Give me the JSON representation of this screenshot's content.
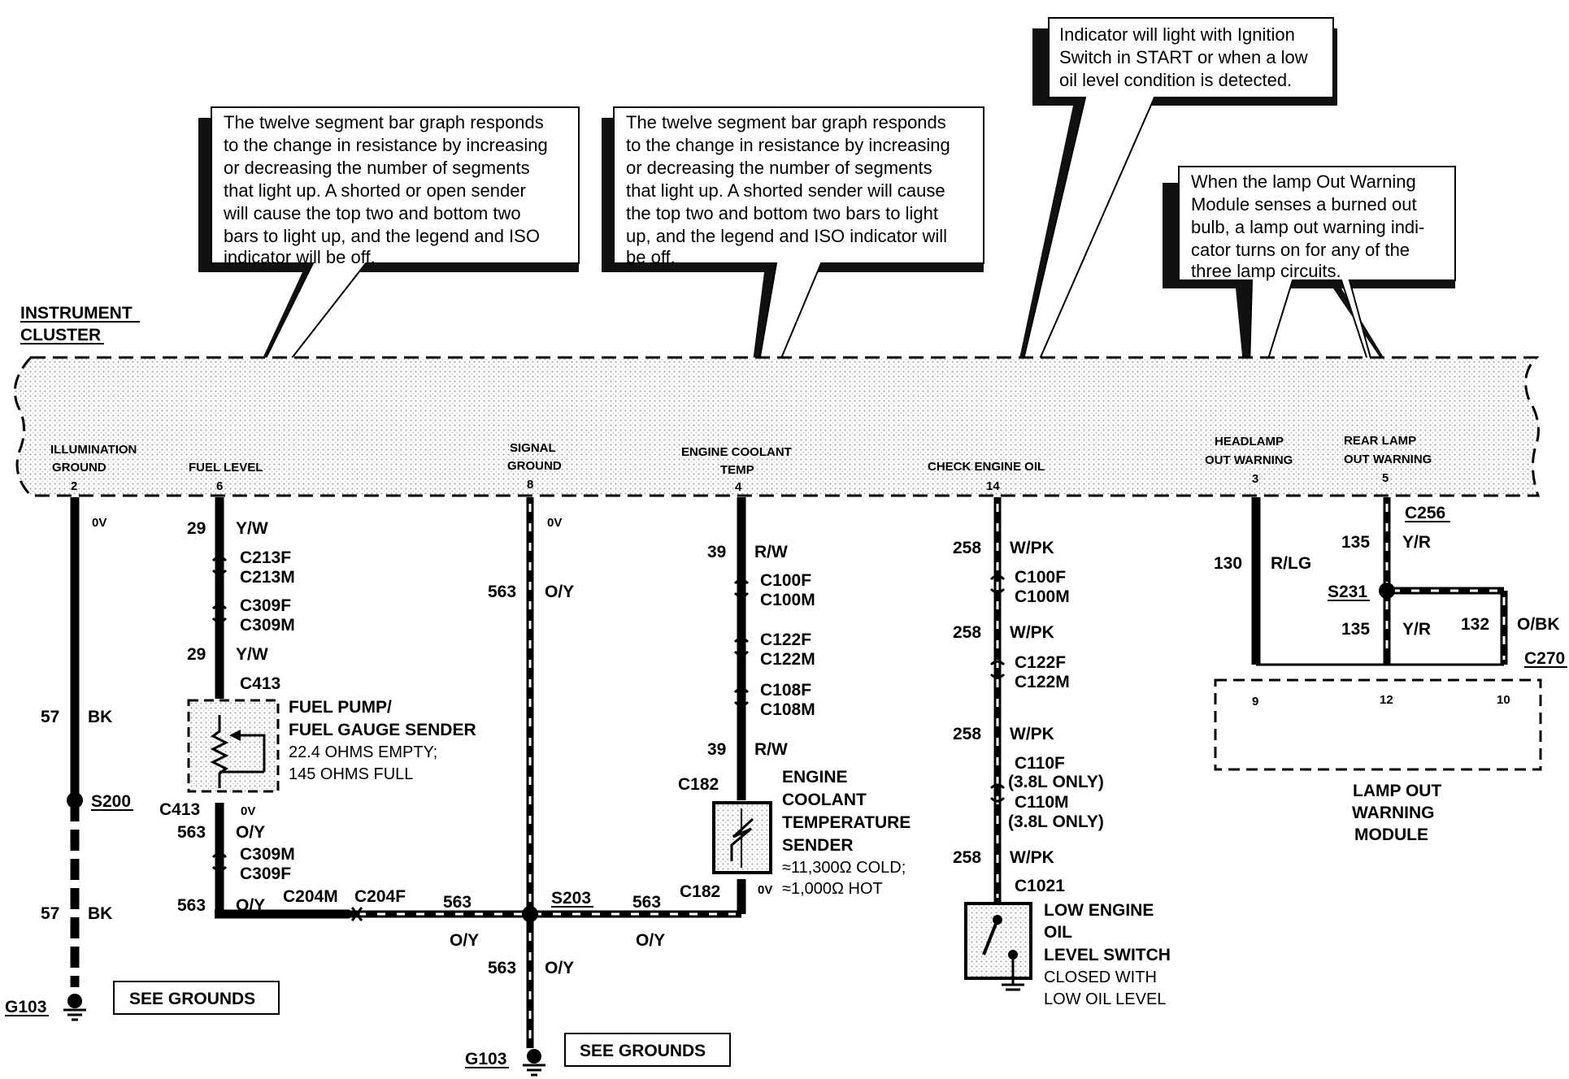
{
  "callouts": {
    "fuel_note": [
      "The twelve segment bar graph responds",
      "to the change in resistance by increasing",
      "or decreasing the number of segments",
      "that light up.  A shorted or open sender",
      "will cause the top two and bottom two",
      "bars to light up, and the legend and ISO",
      "indicator will be off."
    ],
    "coolant_note": [
      "The twelve segment bar graph responds",
      "to the change in resistance by increasing",
      "or decreasing the number of segments",
      "that light up. A shorted sender will cause",
      "the top two and bottom two bars to light",
      "up, and the legend and ISO indicator will",
      "be off."
    ],
    "oil_note": [
      "Indicator will light with Ignition",
      "Switch in START or when a low",
      "oil level condition is detected."
    ],
    "lamp_note": [
      "When the lamp Out Warning",
      "Module senses a burned out",
      "bulb, a lamp out warning indi-",
      "cator turns on for any of the",
      "three lamp circuits."
    ]
  },
  "cluster": {
    "title_line1": "INSTRUMENT",
    "title_line2": "CLUSTER",
    "pins": {
      "illum_l1": "ILLUMINATION",
      "illum_l2": "GROUND",
      "illum_pin": "2",
      "fuel_l1": "FUEL LEVEL",
      "fuel_pin": "6",
      "sig_l1": "SIGNAL",
      "sig_l2": "GROUND",
      "sig_pin": "8",
      "ect_l1": "ENGINE COOLANT",
      "ect_l2": "TEMP",
      "ect_pin": "4",
      "oil_l1": "CHECK ENGINE OIL",
      "oil_pin": "14",
      "head_l1": "HEADLAMP",
      "head_l2": "OUT WARNING",
      "head_pin": "3",
      "rear_l1": "REAR LAMP",
      "rear_l2": "OUT WARNING",
      "rear_pin": "5"
    }
  },
  "illumination": {
    "volt": "0V",
    "circuit": "57",
    "color": "BK",
    "splice": "S200",
    "circuit2": "57",
    "color2": "BK",
    "ground": "G103",
    "see": "SEE GROUNDS"
  },
  "fuel": {
    "c1": "29",
    "col1": "Y/W",
    "conn1a": "C213F",
    "conn1b": "C213M",
    "conn2a": "C309F",
    "conn2b": "C309M",
    "c2": "29",
    "col2": "Y/W",
    "conn3": "C413",
    "sender1": "FUEL PUMP/",
    "sender2": "FUEL GAUGE SENDER",
    "spec1": "22.4 OHMS EMPTY;",
    "spec2": "145 OHMS FULL",
    "conn4": "C413",
    "volt": "0V",
    "c3": "563",
    "col3": "O/Y",
    "conn5a": "C309M",
    "conn5b": "C309F",
    "c4": "563",
    "col4": "O/Y",
    "conn6a": "C204M",
    "conn6b": "C204F"
  },
  "signal": {
    "volt": "0V",
    "c1": "563",
    "col1": "O/Y",
    "c_h1": "563",
    "col_h1": "O/Y",
    "splice": "S203",
    "c_h2": "563",
    "col_h2": "O/Y",
    "c2": "563",
    "col2": "O/Y",
    "ground": "G103",
    "see": "SEE GROUNDS"
  },
  "coolant": {
    "c1": "39",
    "col1": "R/W",
    "conn1a": "C100F",
    "conn1b": "C100M",
    "conn2a": "C122F",
    "conn2b": "C122M",
    "conn3a": "C108F",
    "conn3b": "C108M",
    "c2": "39",
    "col2": "R/W",
    "conn4": "C182",
    "sender1": "ENGINE",
    "sender2": "COOLANT",
    "sender3": "TEMPERATURE",
    "sender4": "SENDER",
    "spec1": "≈11,300Ω COLD;",
    "spec2": "≈1,000Ω HOT",
    "conn5": "C182",
    "volt": "0V"
  },
  "oil": {
    "c1": "258",
    "col1": "W/PK",
    "conn1a": "C100F",
    "conn1b": "C100M",
    "c2": "258",
    "col2": "W/PK",
    "conn2a": "C122F",
    "conn2b": "C122M",
    "c3": "258",
    "col3": "W/PK",
    "conn3": "C110F",
    "only1": "(3.8L ONLY)",
    "conn4": "C110M",
    "only2": "(3.8L ONLY)",
    "c4": "258",
    "col4": "W/PK",
    "conn5": "C1021",
    "sw1": "LOW ENGINE",
    "sw2": "OIL",
    "sw3": "LEVEL SWITCH",
    "sw4": "CLOSED WITH",
    "sw5": "LOW OIL LEVEL"
  },
  "lamp": {
    "c_head": "130",
    "col_head": "R/LG",
    "conn_rear": "C256",
    "c_rear1": "135",
    "col_rear1": "Y/R",
    "splice": "S231",
    "c_rear2": "135",
    "col_rear2": "Y/R",
    "c_132": "132",
    "col_132": "O/BK",
    "conn_mod": "C270",
    "pin9": "9",
    "pin12": "12",
    "pin10": "10",
    "mod1": "LAMP OUT",
    "mod2": "WARNING",
    "mod3": "MODULE"
  }
}
